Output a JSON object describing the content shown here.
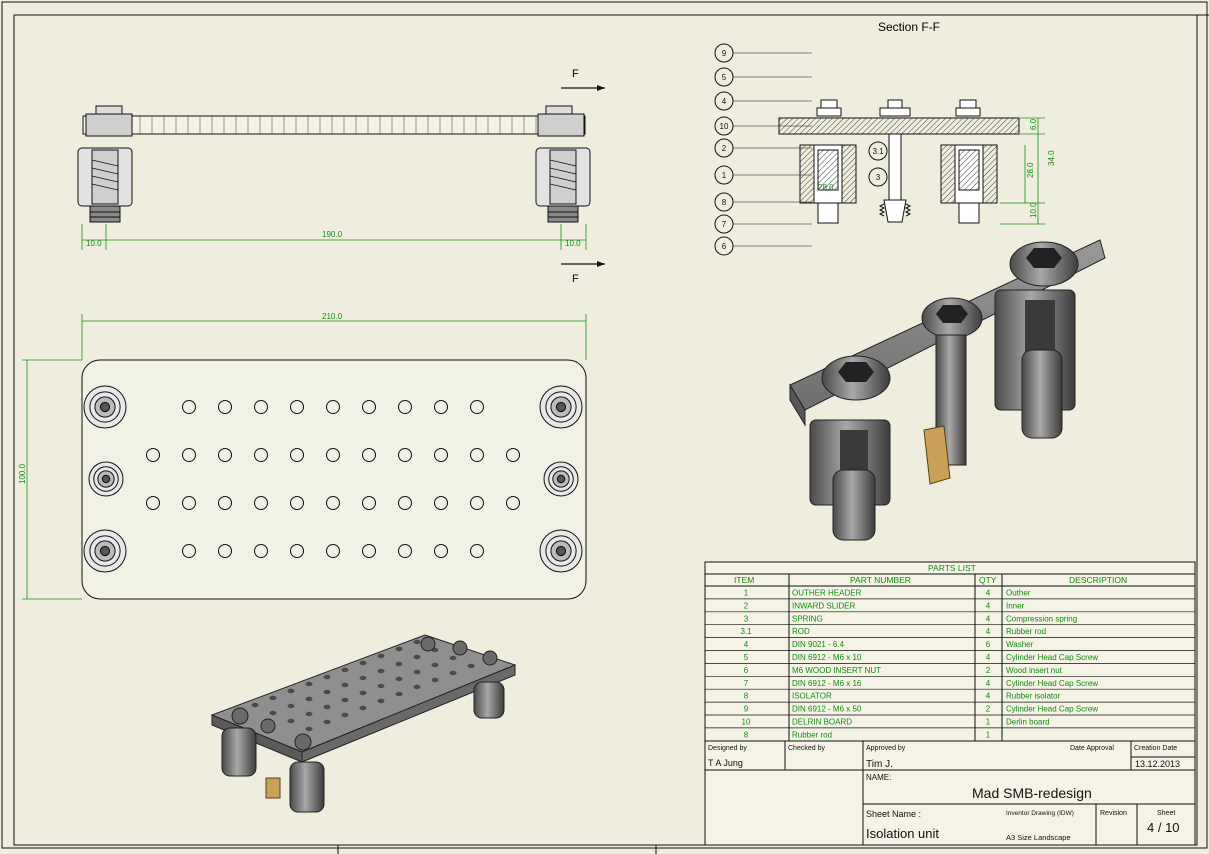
{
  "section_title": "Section F-F",
  "cut_label": "F",
  "dims": {
    "top_left": "10.0",
    "top_span": "190.0",
    "top_right": "10.0",
    "plate_width": "210.0",
    "plate_height": "100.0",
    "sec_6": "6.0",
    "sec_34": "34.0",
    "sec_28": "28.0",
    "sec_10": "10.0",
    "sec_inner": "28.0"
  },
  "balloons": [
    "9",
    "5",
    "4",
    "10",
    "2",
    "1",
    "8",
    "7",
    "6",
    "3.1",
    "3"
  ],
  "parts_list": {
    "title": "PARTS LIST",
    "headers": [
      "ITEM",
      "PART NUMBER",
      "QTY",
      "DESCRIPTION"
    ],
    "rows": [
      [
        "1",
        "OUTHER HEADER",
        "4",
        "Outher"
      ],
      [
        "2",
        "INWARD SLIDER",
        "4",
        "Inner"
      ],
      [
        "3",
        "SPRING",
        "4",
        "Compression spring"
      ],
      [
        "3.1",
        "ROD",
        "4",
        "Rubber rod"
      ],
      [
        "4",
        "DIN 9021 - 6.4",
        "6",
        "Washer"
      ],
      [
        "5",
        "DIN 6912 - M6 x 10",
        "4",
        "Cylinder Head Cap Screw"
      ],
      [
        "6",
        "M6 WOOD INSERT NUT",
        "2",
        "Wood insert nut"
      ],
      [
        "7",
        "DIN 6912 - M6 x 16",
        "4",
        "Cylinder Head Cap Screw"
      ],
      [
        "8",
        "ISOLATOR",
        "4",
        "Rubber isolator"
      ],
      [
        "9",
        "DIN 6912 - M6 x 50",
        "2",
        "Cylinder Head Cap Screw"
      ],
      [
        "10",
        "DELRIN BOARD",
        "1",
        "Derlin board"
      ],
      [
        "8",
        "Rubber rod",
        "1",
        ""
      ]
    ]
  },
  "title_block": {
    "designed_by_label": "Designed by",
    "designed_by": "T A Jung",
    "checked_by_label": "Checked by",
    "approved_by_label": "Approved by",
    "approved_by": "Tim J.",
    "date_approval_label": "Date Approval",
    "creation_date_label": "Creation Date",
    "creation_date": "13.12.2013",
    "name_label": "NAME:",
    "name": "Mad SMB-redesign",
    "sheet_name_label": "Sheet Name :",
    "sheet_name": "Isolation unit",
    "doc_type": "Inventor Drawing (IDW)",
    "size": "A3 Size Landscape",
    "revision_label": "Revision",
    "sheet_label": "Sheet",
    "sheet_number": "4 / 10"
  },
  "colors": {
    "background": "#efeede",
    "dimension": "#149014",
    "line": "#111111"
  }
}
